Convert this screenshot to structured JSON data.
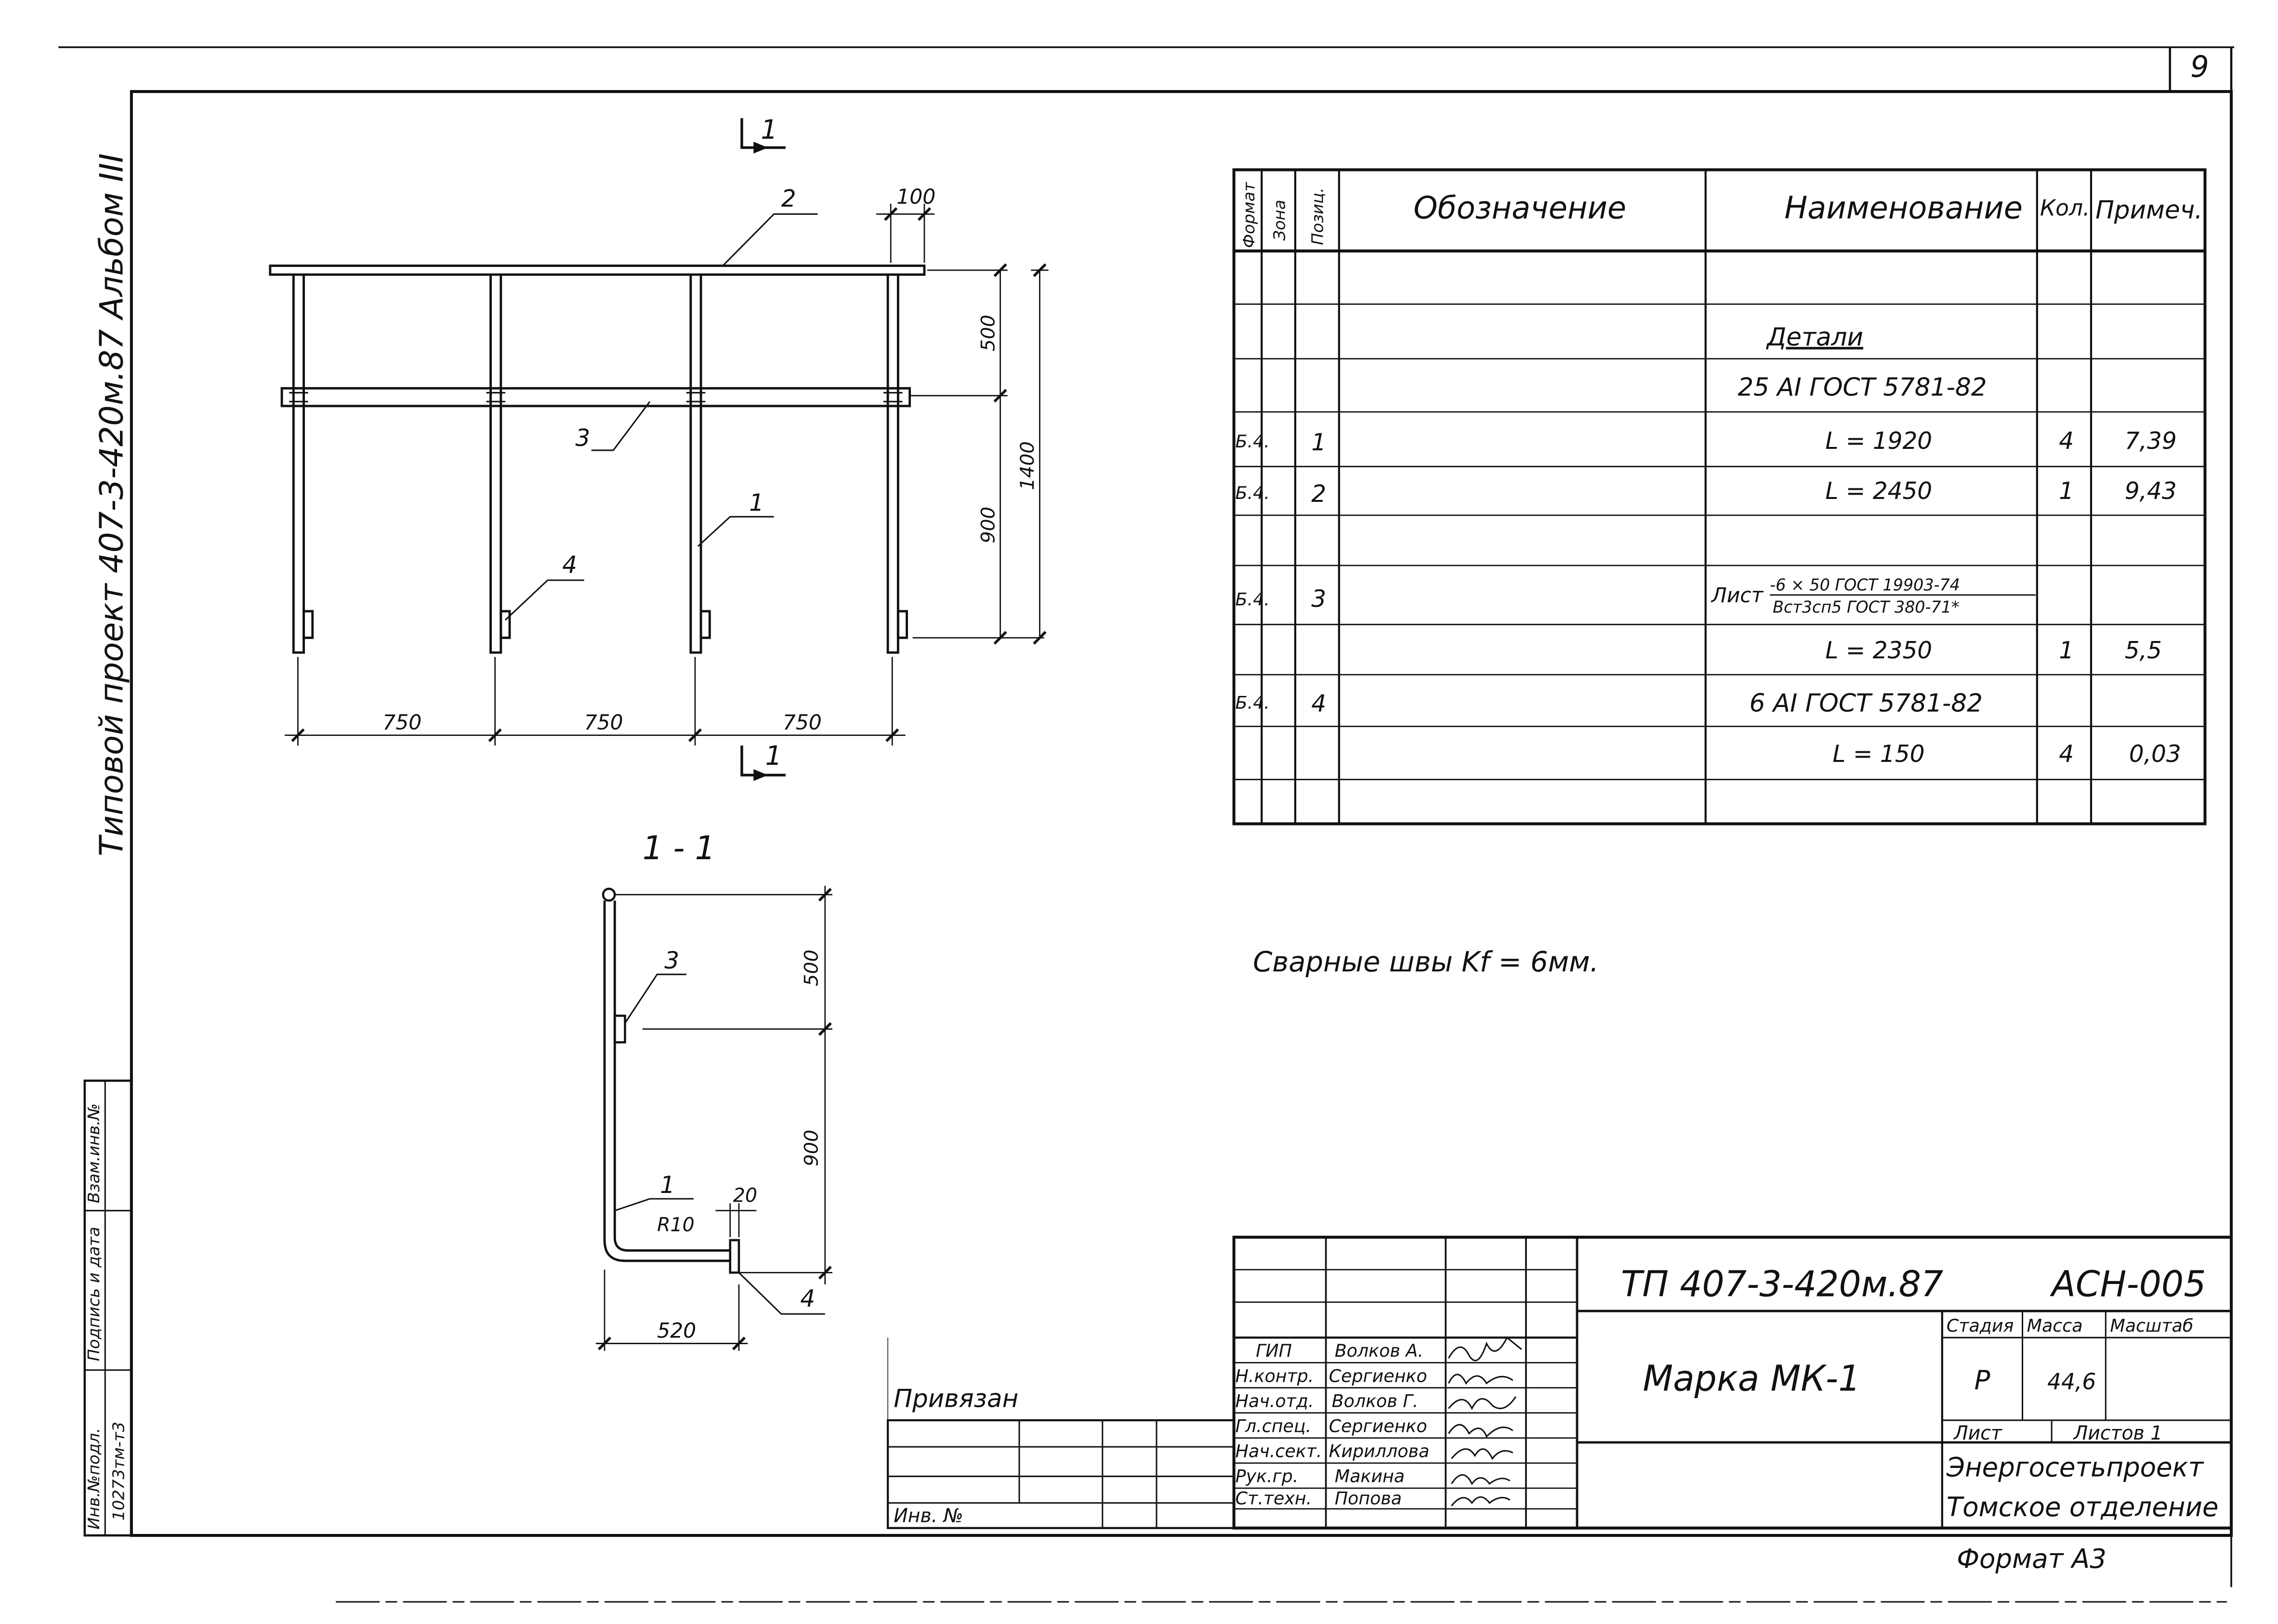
{
  "sheet_number": "9",
  "side_title": "Типовой   проект   407-3-420м.87  Альбом III",
  "side_stamp": {
    "inv_podl": "Инв.№подл.",
    "podpis_data": "Подпись и дата",
    "vzam_inv": "Взам.инв.№",
    "inv_value": "10273тм-т3"
  },
  "front_view": {
    "section_mark": "1",
    "callouts": [
      "1",
      "2",
      "3",
      "4"
    ],
    "dim_top": "100",
    "dim_500": "500",
    "dim_900": "900",
    "dim_1400": "1400",
    "dim_bottom": [
      "750",
      "750",
      "750"
    ]
  },
  "section_view": {
    "title": "1 - 1",
    "callouts": [
      "3",
      "1",
      "4"
    ],
    "dim_500": "500",
    "dim_900": "900",
    "dim_20": "20",
    "radius": "R10",
    "dim_520": "520"
  },
  "spec_table": {
    "headers": {
      "format": "Формат",
      "zone": "Зона",
      "pos": "Позиц.",
      "designation": "Обозначение",
      "name": "Наименование",
      "qty": "Кол.",
      "note": "Примеч."
    },
    "rows": [
      {
        "format": "",
        "pos": "",
        "name": "",
        "qty": "",
        "note": ""
      },
      {
        "format": "",
        "pos": "",
        "name": "Детали",
        "qty": "",
        "note": ""
      },
      {
        "format": "",
        "pos": "",
        "name": "25 АI ГОСТ 5781-82",
        "qty": "",
        "note": ""
      },
      {
        "format": "Б.4.",
        "pos": "1",
        "name": "L = 1920",
        "qty": "4",
        "note": "7,39"
      },
      {
        "format": "Б.4.",
        "pos": "2",
        "name": "L = 2450",
        "qty": "1",
        "note": "9,43"
      },
      {
        "format": "",
        "pos": "",
        "name": "",
        "qty": "",
        "note": ""
      },
      {
        "format": "Б.4.",
        "pos": "3",
        "name": "Лист",
        "name_num": "-6 × 50 ГОСТ 19903-74",
        "name_den": "Вст3сп5 ГОСТ 380-71*",
        "qty": "",
        "note": ""
      },
      {
        "format": "",
        "pos": "",
        "name": "L = 2350",
        "qty": "1",
        "note": "5,5"
      },
      {
        "format": "Б.4.",
        "pos": "4",
        "name": "6 АI  ГОСТ 5781-82",
        "qty": "",
        "note": ""
      },
      {
        "format": "",
        "pos": "",
        "name": "L = 150",
        "qty": "4",
        "note": "0,03"
      },
      {
        "format": "",
        "pos": "",
        "name": "",
        "qty": "",
        "note": ""
      }
    ]
  },
  "weld_note": "Сварные  швы  Kf = 6мм.",
  "title_block": {
    "project_code": "ТП 407-3-420м.87",
    "doc_code": "АСН-005",
    "drawing_title": "Марка  МК-1",
    "stage_label": "Стадия",
    "mass_label": "Масса",
    "scale_label": "Масштаб",
    "stage_value": "Р",
    "mass_value": "44,6",
    "sheet_label": "Лист",
    "sheets_label": "Листов 1",
    "org_line1": "Энергосетьпроект",
    "org_line2": "Томское  отделение",
    "format": "Формат  А3",
    "privyazan": "Привязан",
    "inv_no": "Инв. №",
    "signatories": [
      {
        "role": "ГИП",
        "name": "Волков А."
      },
      {
        "role": "Н.контр.",
        "name": "Сергиенко"
      },
      {
        "role": "Нач.отд.",
        "name": "Волков Г."
      },
      {
        "role": "Гл.спец.",
        "name": "Сергиенко"
      },
      {
        "role": "Нач.сект.",
        "name": "Кириллова"
      },
      {
        "role": "Рук.гр.",
        "name": "Макина"
      },
      {
        "role": "Ст.техн.",
        "name": "Попова"
      }
    ]
  }
}
